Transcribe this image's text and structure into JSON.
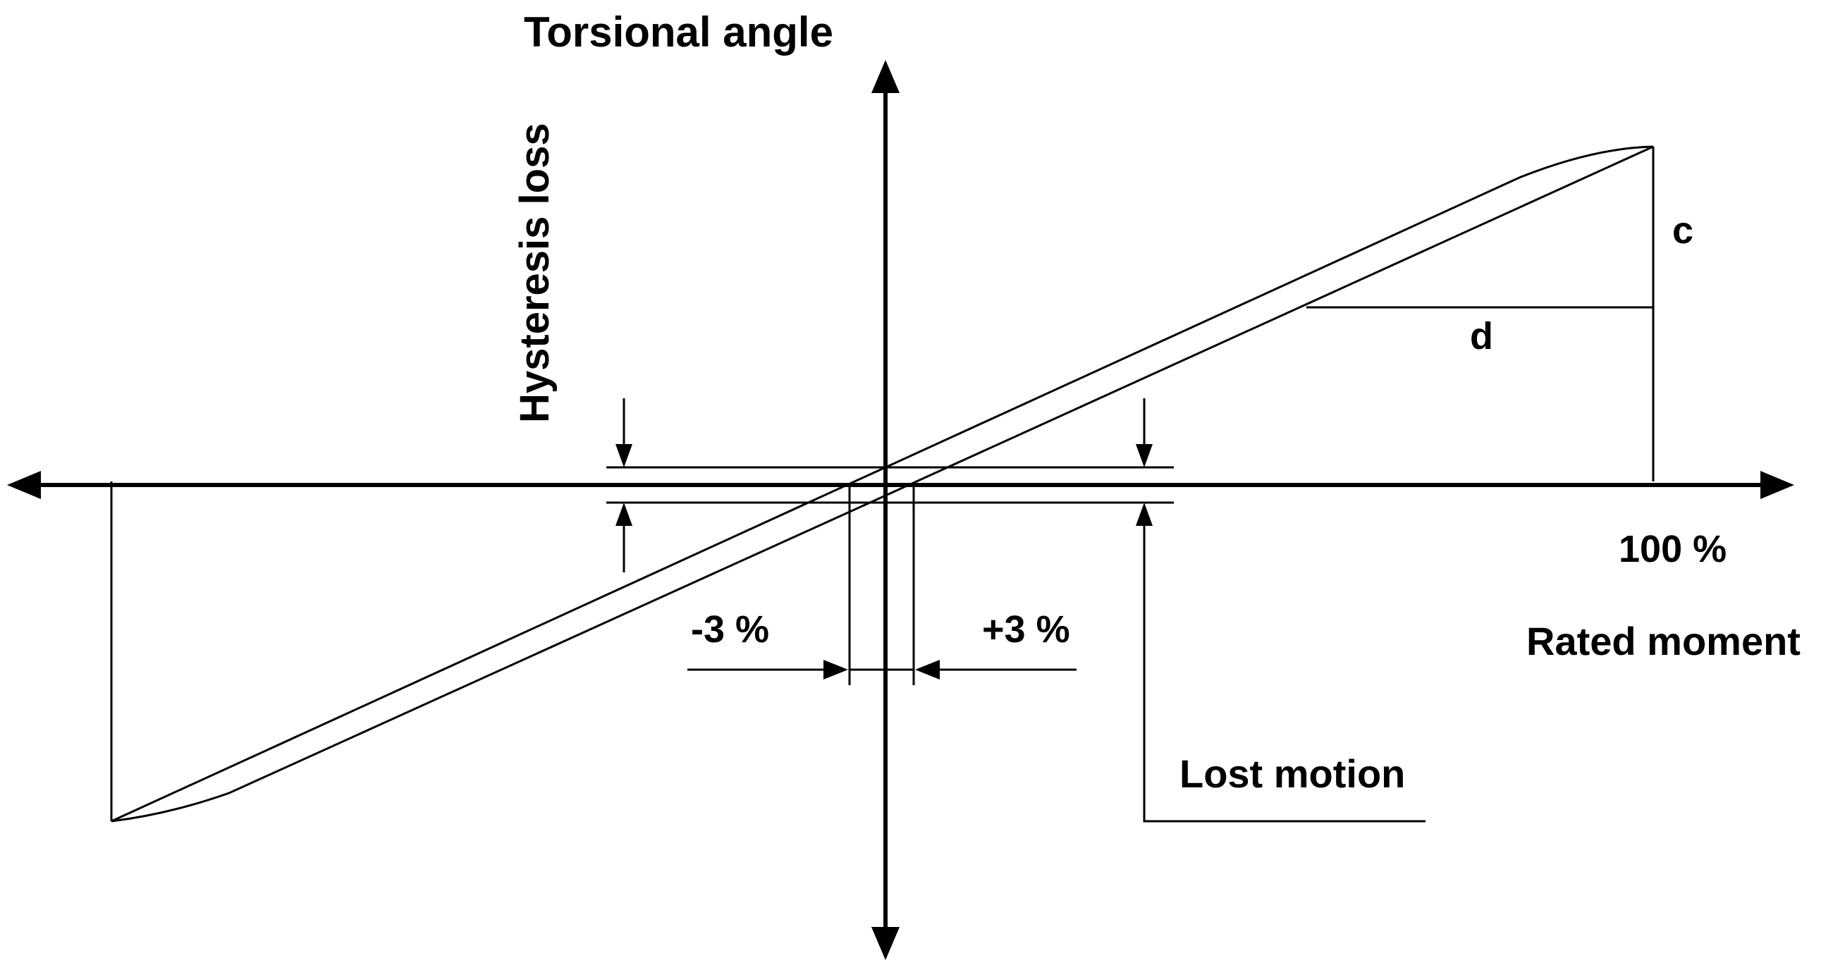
{
  "labels": {
    "torsional_angle": "Torsional angle",
    "hysteresis_loss": "Hysteresis loss",
    "c": "c",
    "d": "d",
    "hundred_percent": "100 %",
    "rated_moment": "Rated moment",
    "minus_three": "-3 %",
    "plus_three": "+3 %",
    "lost_motion": "Lost motion"
  },
  "colors": {
    "ink": "#000000",
    "background": "#ffffff"
  }
}
